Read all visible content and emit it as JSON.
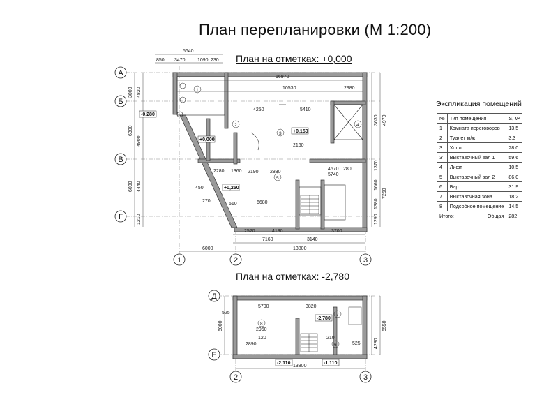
{
  "title": "План перепланировки (М 1:200)",
  "plan_top": {
    "title": "План на отметках: +0,000",
    "levels": [
      "+0,000",
      "+0,150",
      "+0,250",
      "-0,280"
    ],
    "axes_rows": [
      "А",
      "Б",
      "В",
      "Г"
    ],
    "axes_cols": [
      "1",
      "2",
      "3"
    ],
    "dims_top": [
      "5640",
      "850",
      "3470",
      "1090",
      "230",
      "16970",
      "10530",
      "2980",
      "4250",
      "5410"
    ],
    "dims_bottom": [
      "2520",
      "4130",
      "3700",
      "7160",
      "3140",
      "6000",
      "13800"
    ],
    "dims_left": [
      "3000",
      "4820",
      "6300",
      "4900",
      "6000",
      "4440",
      "1210"
    ],
    "dims_right": [
      "3630",
      "4970",
      "7250",
      "1370",
      "1660",
      "1380",
      "1290"
    ],
    "dims_inner": [
      "2160",
      "4570",
      "280",
      "5740",
      "2280",
      "1360",
      "2190",
      "2830",
      "6680",
      "450",
      "270",
      "510"
    ]
  },
  "plan_bottom": {
    "title": "План на отметках: -2,780",
    "levels": [
      "-2,780",
      "-2,110",
      "-1,110"
    ],
    "axes_rows": [
      "Д",
      "Е"
    ],
    "axes_cols": [
      "2",
      "3"
    ],
    "dims": [
      "5700",
      "3820",
      "525",
      "6000",
      "5550",
      "4280",
      "2960",
      "2890",
      "120",
      "13800",
      "210",
      "525"
    ]
  },
  "explication": {
    "title": "Экспликация помещений",
    "header": [
      "№",
      "Тип помещения",
      "S, м²"
    ],
    "rows": [
      [
        "1",
        "Комната переговоров",
        "13,5"
      ],
      [
        "2",
        "Туалет м/ж",
        "3,3"
      ],
      [
        "3",
        "Холл",
        "28,0"
      ],
      [
        "3'",
        "Выставочный зал 1",
        "59,6"
      ],
      [
        "4",
        "Лифт",
        "10,5"
      ],
      [
        "5",
        "Выставочный зал 2",
        "86,0"
      ],
      [
        "6",
        "Бар",
        "31,9"
      ],
      [
        "7",
        "Выставочная зона",
        "18,2"
      ],
      [
        "8",
        "Подсобное помещение",
        "14,5"
      ]
    ],
    "total": [
      "",
      "Итого:",
      "Общая",
      "282"
    ]
  }
}
